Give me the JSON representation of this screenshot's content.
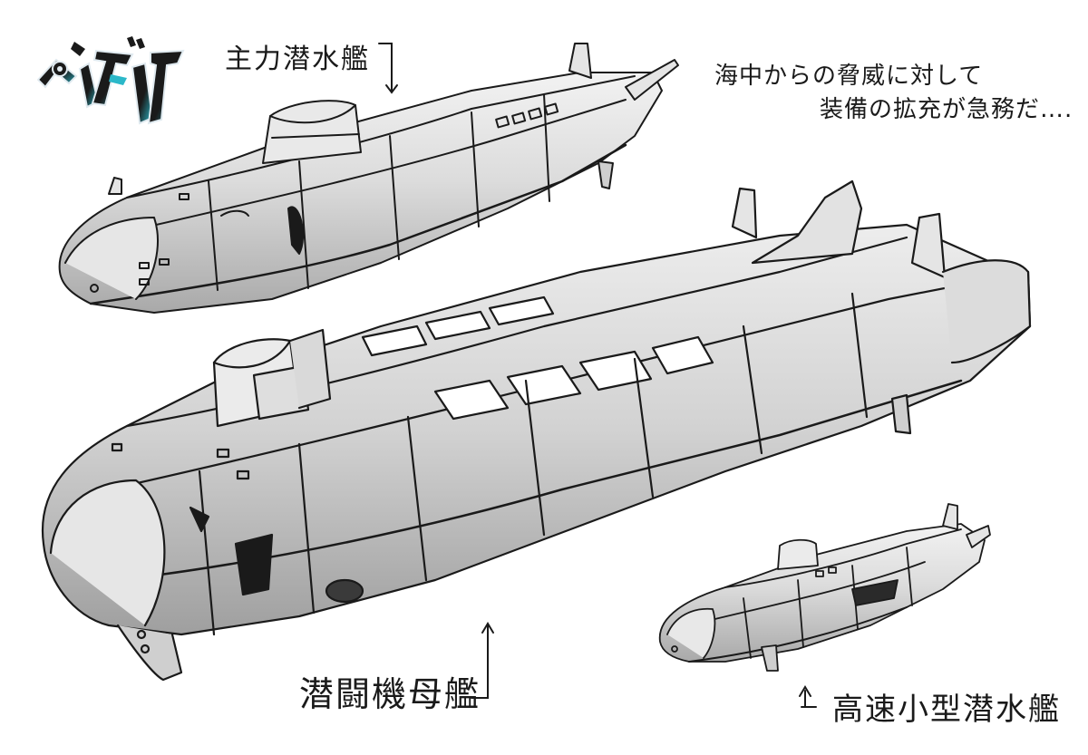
{
  "logo": {
    "text": "ペンタギア",
    "colors": {
      "primary": "#1a1a1a",
      "accent": "#2bb8c9",
      "highlight": "#e0eaf0"
    }
  },
  "labels": {
    "main_submarine": "主力潜水艦",
    "carrier_submarine": "潜闘機母艦",
    "fast_submarine": "高速小型潜水艦"
  },
  "note": {
    "line1": "海中からの脅威に対して",
    "line2": "装備の拡充が急務だ…."
  },
  "colors": {
    "ink": "#1a1a1a",
    "hull": "#d9d9d9",
    "hull_light": "#ececec",
    "shadow": "#b5b5b5",
    "paper": "#ffffff"
  }
}
